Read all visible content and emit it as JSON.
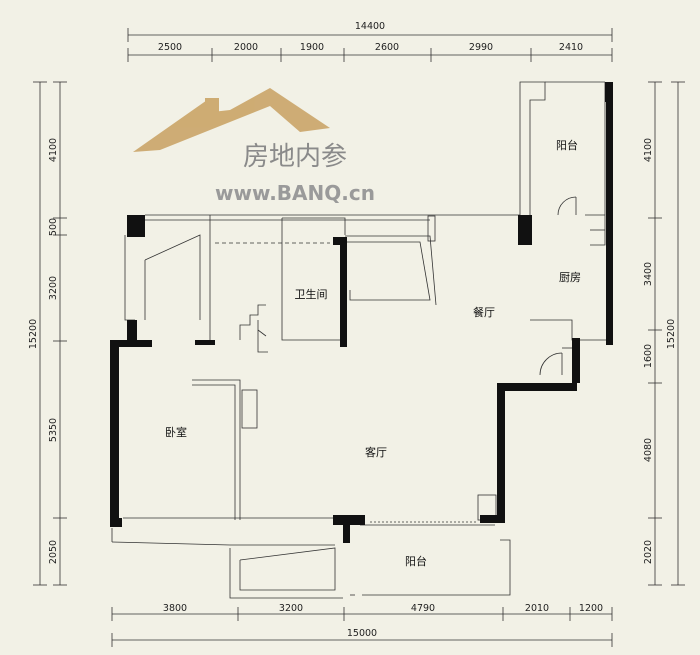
{
  "dimensions": {
    "top_total": "14400",
    "top_segments": [
      "2500",
      "2000",
      "1900",
      "2600",
      "2990",
      "2410"
    ],
    "bottom_total": "15000",
    "bottom_segments": [
      "3800",
      "3200",
      "4790",
      "2010",
      "1200"
    ],
    "left_total": "15200",
    "left_segments": [
      "4100",
      "500",
      "3200",
      "5350",
      "2050"
    ],
    "right_total": "15200",
    "right_segments": [
      "4100",
      "3400",
      "1600",
      "4080",
      "2020"
    ]
  },
  "rooms": {
    "balcony_top": "阳台",
    "kitchen": "厨房",
    "bathroom": "卫生间",
    "dining": "餐厅",
    "bedroom": "卧室",
    "living": "客厅",
    "balcony_bottom": "阳台"
  },
  "watermark": {
    "name": "房地内参",
    "url": "www.BANQ.cn"
  },
  "colors": {
    "background": "#f2f1e6",
    "wall": "#111111",
    "thin_line": "#333333",
    "watermark_roof": "#c8a060"
  }
}
